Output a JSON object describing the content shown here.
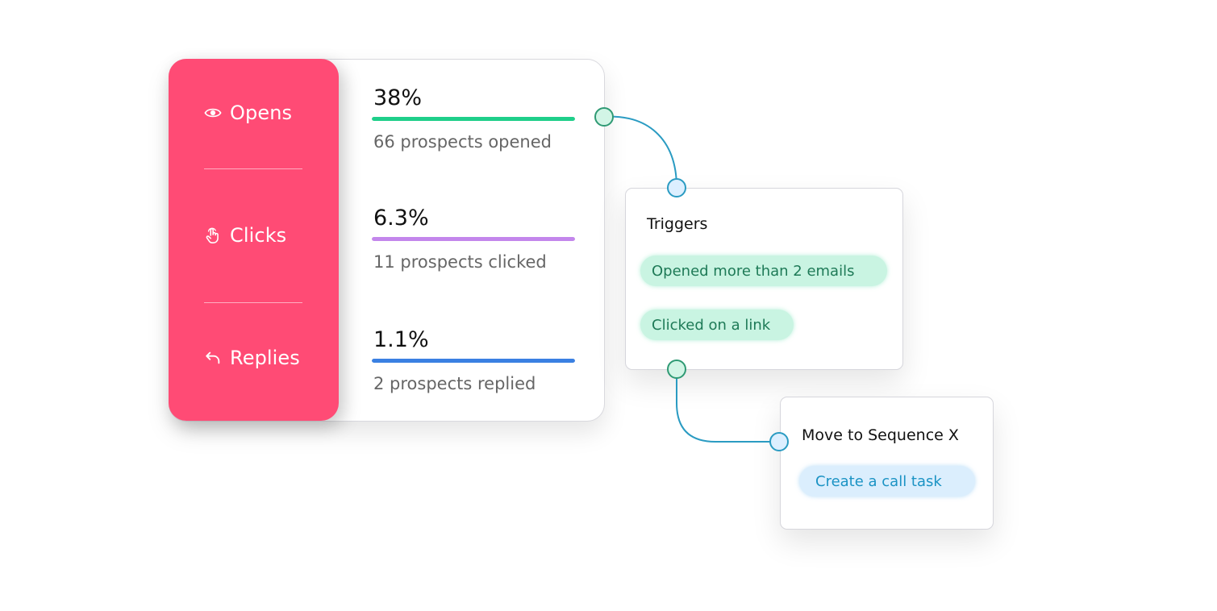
{
  "metrics": [
    {
      "label": "Opens",
      "icon": "eye-icon",
      "percent_text": "38%",
      "rate": 38,
      "detail": "66 prospects opened",
      "color": "#1fcf8a"
    },
    {
      "label": "Clicks",
      "icon": "pointer-hand-icon",
      "percent_text": "6.3%",
      "rate": 6.3,
      "detail": "11 prospects clicked",
      "color": "#c386ec"
    },
    {
      "label": "Replies",
      "icon": "reply-arrow-icon",
      "percent_text": "1.1%",
      "rate": 1.1,
      "detail": "2 prospects replied",
      "color": "#3a80e2"
    }
  ],
  "triggers": {
    "title": "Triggers",
    "chips": [
      "Opened more than 2 emails",
      "Clicked on a link"
    ]
  },
  "action": {
    "title": "Move to Sequence X",
    "chip": "Create a call task"
  },
  "colors": {
    "sidebar": "#ff4b75",
    "connector": "#2a9bc2",
    "node_green": "#d2f5e6",
    "node_blue": "#dcefff"
  }
}
